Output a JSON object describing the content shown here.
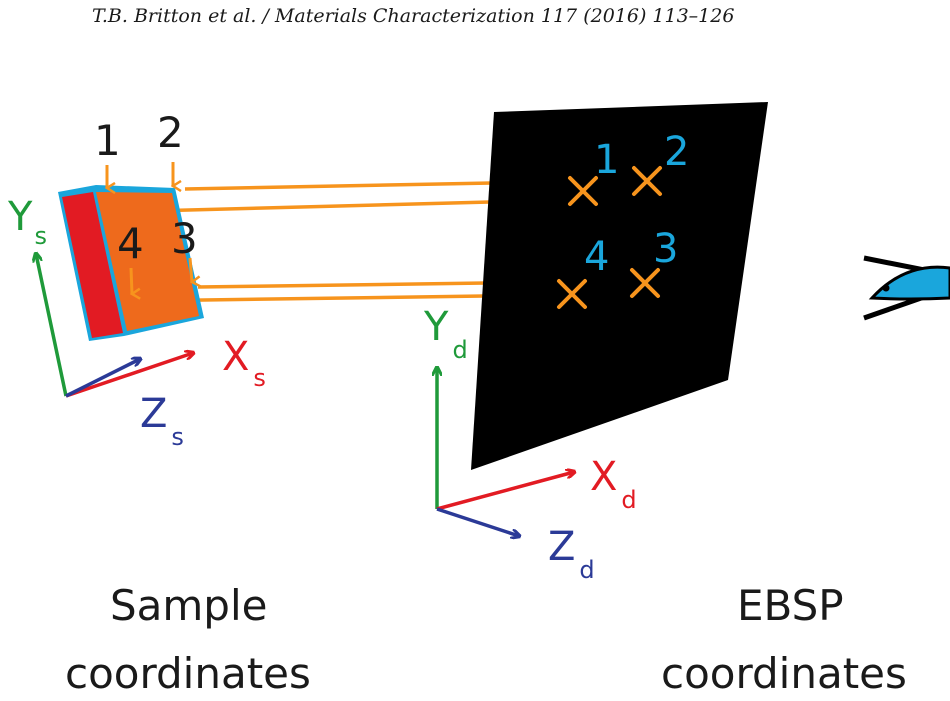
{
  "header": {
    "citation": "T.B. Britton et al. / Materials Characterization 117 (2016) 113–126"
  },
  "figure": {
    "sample_labels": [
      "1",
      "2",
      "3",
      "4"
    ],
    "screen_labels": [
      "1",
      "2",
      "3",
      "4"
    ],
    "sample_axes": {
      "x": {
        "letter": "X",
        "sub": "s"
      },
      "y": {
        "letter": "Y",
        "sub": "s"
      },
      "z": {
        "letter": "Z",
        "sub": "s"
      }
    },
    "detector_axes": {
      "x": {
        "letter": "X",
        "sub": "d"
      },
      "y": {
        "letter": "Y",
        "sub": "d"
      },
      "z": {
        "letter": "Z",
        "sub": "d"
      }
    },
    "captions": {
      "sample_line1": "Sample",
      "sample_line2": "coordinates",
      "ebsp_line1": "EBSP",
      "ebsp_line2": "coordinates"
    },
    "colors": {
      "orange": "#f7941d",
      "sample_front": "#ee6a1c",
      "sample_side": "#e21b23",
      "sample_edge": "#1aa6dc",
      "screen": "#000000",
      "x_axis": "#e21b23",
      "y_axis": "#1f9a3a",
      "z_axis": "#2b3a97",
      "eye": "#1aa6dc"
    }
  }
}
